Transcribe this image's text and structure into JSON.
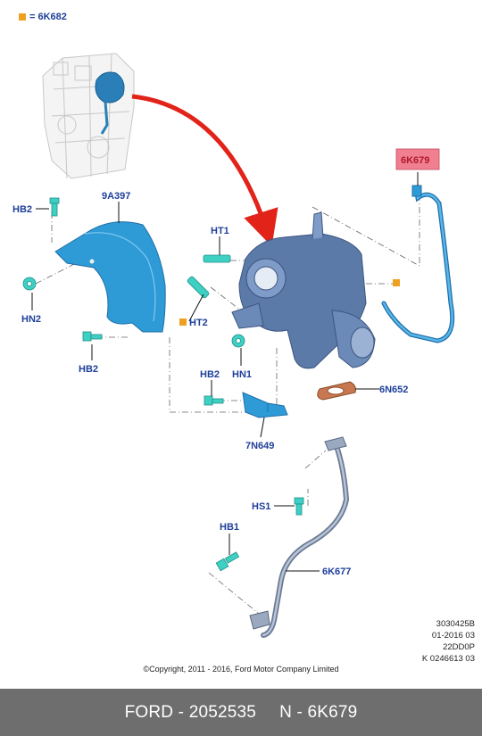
{
  "legend": {
    "marker_color": "#f0a020",
    "text": "= 6K682"
  },
  "labels": {
    "hb2_top": "HB2",
    "9a397": "9A397",
    "hn2": "HN2",
    "hb2_mid": "HB2",
    "ht1": "HT1",
    "ht2": "HT2",
    "hn1": "HN1",
    "hb2_low": "HB2",
    "7n649": "7N649",
    "6n652": "6N652",
    "6k679": "6K679",
    "hs1": "HS1",
    "hb1": "HB1",
    "6k677": "6K677"
  },
  "highlight_color": "#f08090",
  "meta": [
    "3030425B",
    "01-2016 03",
    "22DD0P",
    "K 0246613 03"
  ],
  "copyright": "©Copyright, 2011 - 2016, Ford Motor Company Limited",
  "footer": {
    "left": "FORD - 2052535",
    "right": "N - 6K679"
  }
}
